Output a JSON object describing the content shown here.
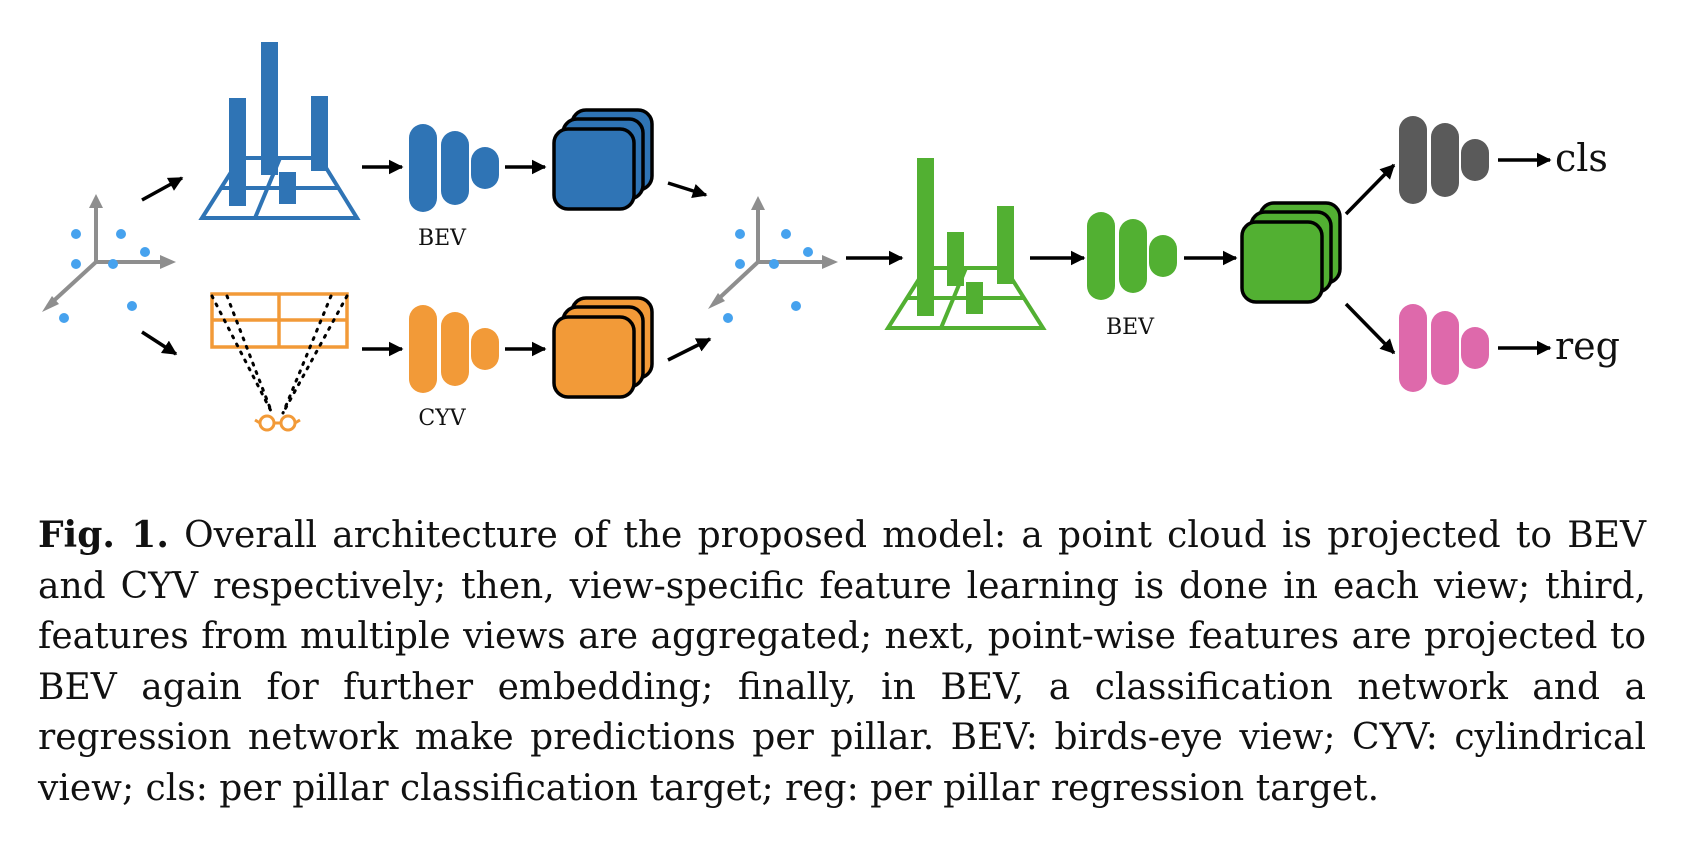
{
  "diagram": {
    "bev_label_top": "BEV",
    "cyv_label": "CYV",
    "bev_label_mid": "BEV",
    "cls_label": "cls",
    "reg_label": "reg",
    "colors": {
      "bev_blue": "#2f74b5",
      "cyv_orange": "#f29a38",
      "bev_green": "#52b032",
      "cls_gray": "#5a5a5a",
      "reg_pink": "#de69ab",
      "points_blue": "#46a2ee",
      "axes_gray": "#8e8e8e"
    }
  },
  "caption": {
    "label": "Fig. 1.",
    "text": "Overall architecture of the proposed model: a point cloud is projected to BEV and CYV respectively; then, view-specific feature learning is done in each view; third, features from multiple views are aggregated; next, point-wise features are projected to BEV again for further embedding; finally, in BEV, a classification network and a regression network make predictions per pillar. BEV: birds-eye view; CYV: cylindrical view; cls: per pillar classification target; reg: per pillar regression target."
  }
}
